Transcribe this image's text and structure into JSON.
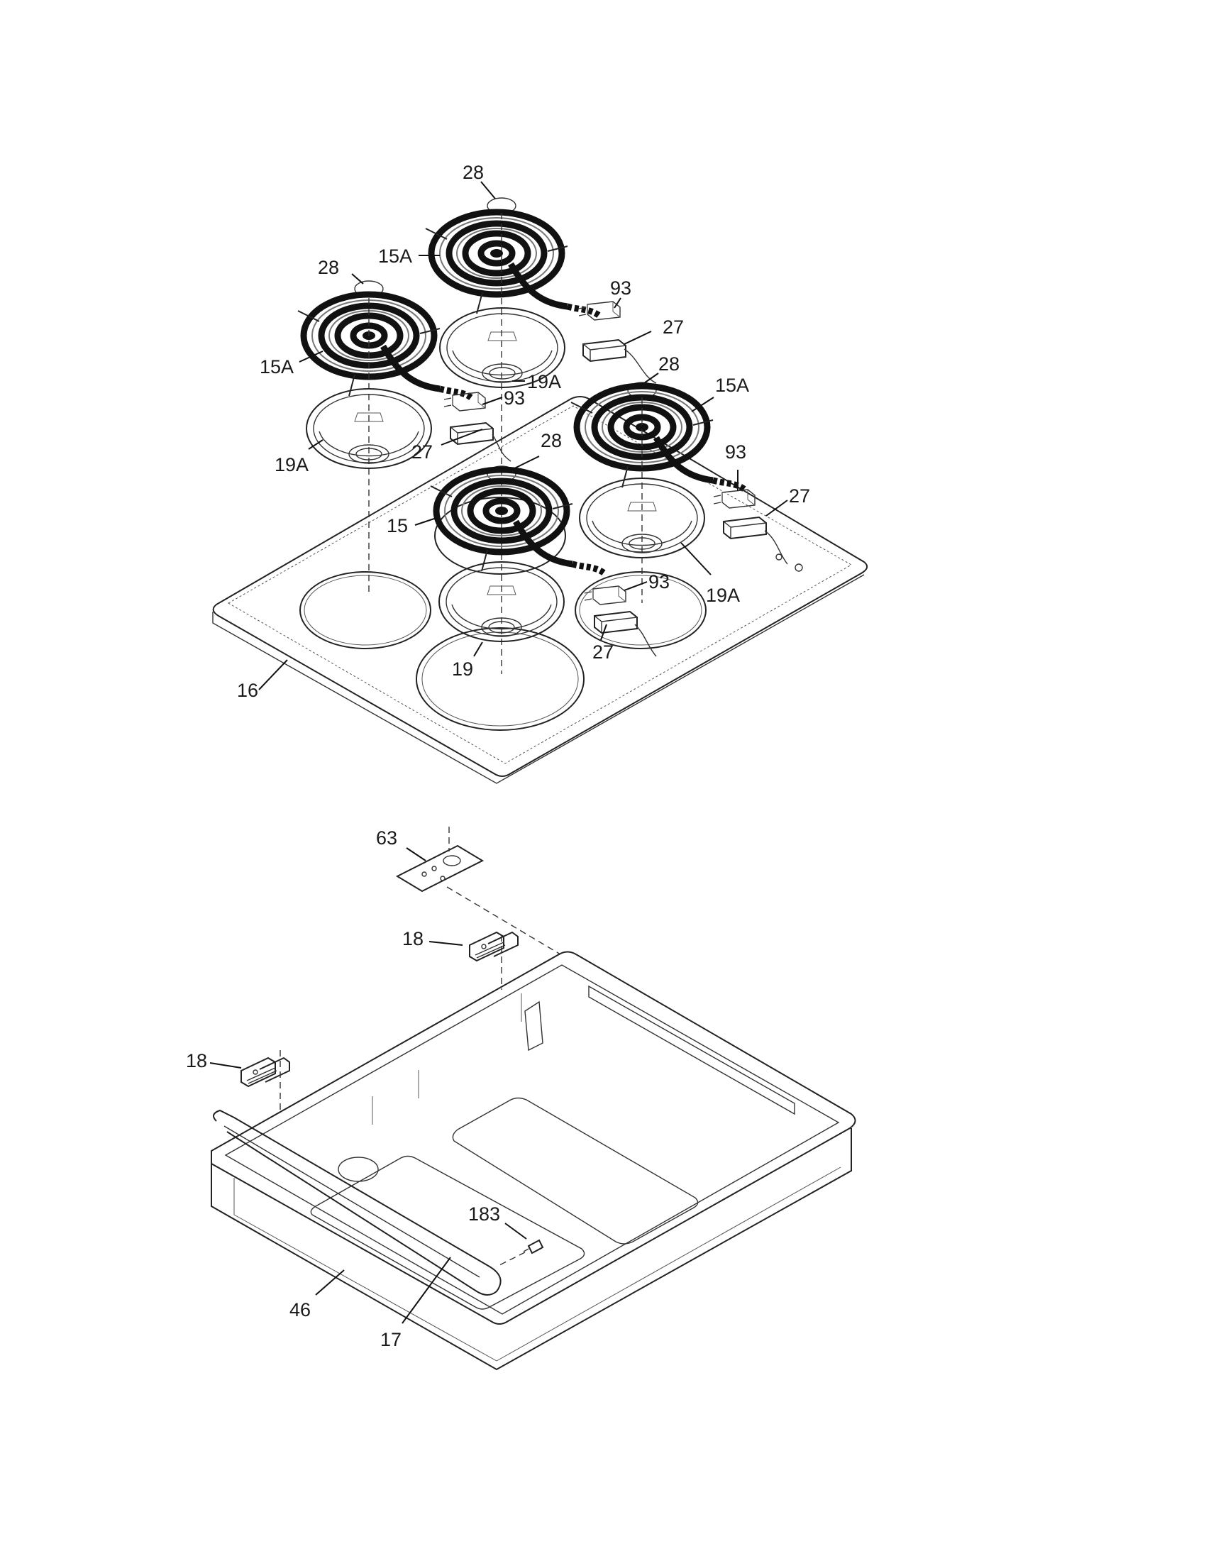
{
  "diagram": {
    "callouts": {
      "cap_1": "28",
      "cap_2": "28",
      "cap_3": "28",
      "cap_4": "28",
      "element_1": "15A",
      "element_2": "15A",
      "element_3": "15A",
      "element_4": "15",
      "pan_1": "19A",
      "pan_2": "19A",
      "pan_3": "19A",
      "pan_4": "19",
      "clip_1": "93",
      "clip_2": "93",
      "clip_3": "93",
      "clip_4": "93",
      "block_1": "27",
      "block_2": "27",
      "block_3": "27",
      "block_4": "27",
      "cooktop": "16",
      "plate": "63",
      "hinge_1": "18",
      "hinge_2": "18",
      "screw": "183",
      "support_rod": "17",
      "drip_tray": "46"
    }
  }
}
